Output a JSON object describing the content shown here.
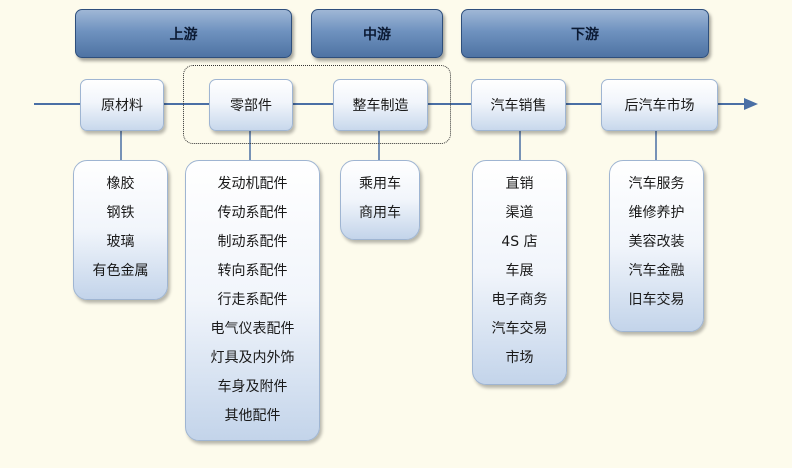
{
  "stages": {
    "upstream": "上游",
    "midstream": "中游",
    "downstream": "下游"
  },
  "nodes": {
    "raw_materials": "原材料",
    "components": "零部件",
    "vehicle_manufacturing": "整车制造",
    "auto_sales": "汽车销售",
    "aftermarket": "后汽车市场"
  },
  "lists": {
    "raw_materials": [
      "橡胶",
      "钢铁",
      "玻璃",
      "有色金属"
    ],
    "components": [
      "发动机配件",
      "传动系配件",
      "制动系配件",
      "转向系配件",
      "行走系配件",
      "电气仪表配件",
      "灯具及内外饰",
      "车身及附件",
      "其他配件"
    ],
    "vehicle_manufacturing": [
      "乘用车",
      "商用车"
    ],
    "auto_sales": [
      "直销",
      "渠道",
      "4S 店",
      "车展",
      "电子商务",
      "汽车交易",
      "市场"
    ],
    "aftermarket": [
      "汽车服务",
      "维修养护",
      "美容改装",
      "汽车金融",
      "旧车交易"
    ]
  },
  "colors": {
    "background": "#fdfbec",
    "header_fill": "#6f92bf",
    "connector": "#4a6fa5",
    "node_fill_bottom": "#c8d8ec"
  }
}
